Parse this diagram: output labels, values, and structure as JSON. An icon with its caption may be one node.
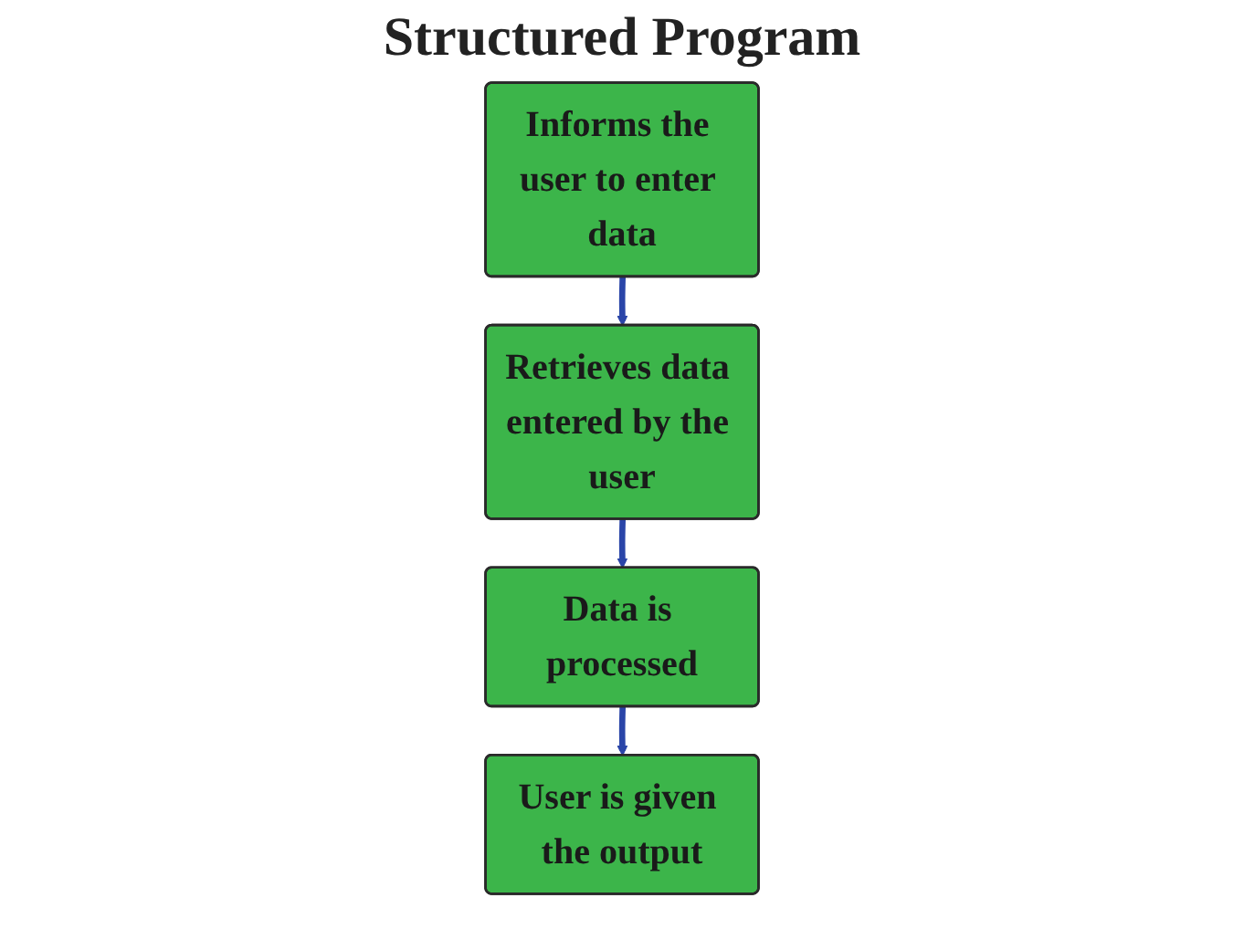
{
  "diagram": {
    "title": "Structured Program",
    "nodes": [
      {
        "text": [
          "Informs the user to enter data"
        ]
      },
      {
        "text": [
          "Retrieves data entered by the user"
        ]
      },
      {
        "text": [
          "Data is processed"
        ]
      },
      {
        "text": [
          "User is given the output"
        ]
      }
    ],
    "edges": [
      {
        "from": 0,
        "to": 1,
        "arrow": "to"
      },
      {
        "from": 1,
        "to": 2,
        "arrow": "to"
      },
      {
        "from": 2,
        "to": 3,
        "arrow": "to"
      }
    ]
  }
}
